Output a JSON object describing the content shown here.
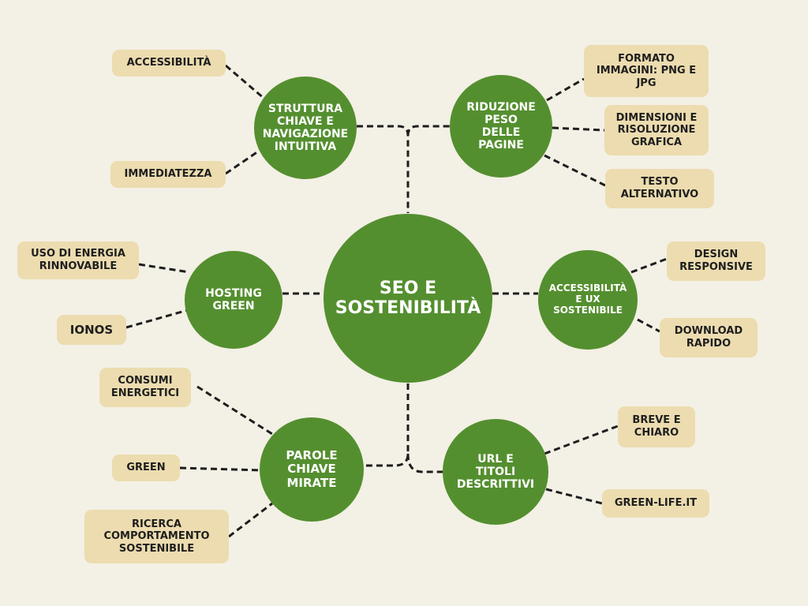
{
  "colors": {
    "node": "#548f2f",
    "leaf": "#ecdcaf",
    "background": "#f3f0e5",
    "line": "#1e1e1e"
  },
  "center": "SEO E SOSTENIBILITÀ",
  "branches": {
    "struttura": {
      "label": "STRUTTURA CHIAVE E NAVIGAZIONE INTUITIVA",
      "leaves": [
        "ACCESSIBILITÀ",
        "IMMEDIATEZZA"
      ]
    },
    "riduzione": {
      "label": "RIDUZIONE PESO DELLE PAGINE",
      "leaves": [
        "FORMATO IMMAGINI: PNG E JPG",
        "DIMENSIONI E RISOLUZIONE GRAFICA",
        "TESTO ALTERNATIVO"
      ]
    },
    "hosting": {
      "label": "HOSTING GREEN",
      "leaves": [
        "USO DI ENERGIA RINNOVABILE",
        "IONOS"
      ]
    },
    "ux": {
      "label": "ACCESSIBILITÀ E UX SOSTENIBILE",
      "leaves": [
        "DESIGN RESPONSIVE",
        "DOWNLOAD RAPIDO"
      ]
    },
    "parole": {
      "label": "PAROLE CHIAVE MIRATE",
      "leaves": [
        "CONSUMI ENERGETICI",
        "GREEN",
        "RICERCA COMPORTAMENTO SOSTENIBILE"
      ]
    },
    "url": {
      "label": "URL E TITOLI DESCRITTIVI",
      "leaves": [
        "BREVE E CHIARO",
        "GREEN-LIFE.IT"
      ]
    }
  }
}
